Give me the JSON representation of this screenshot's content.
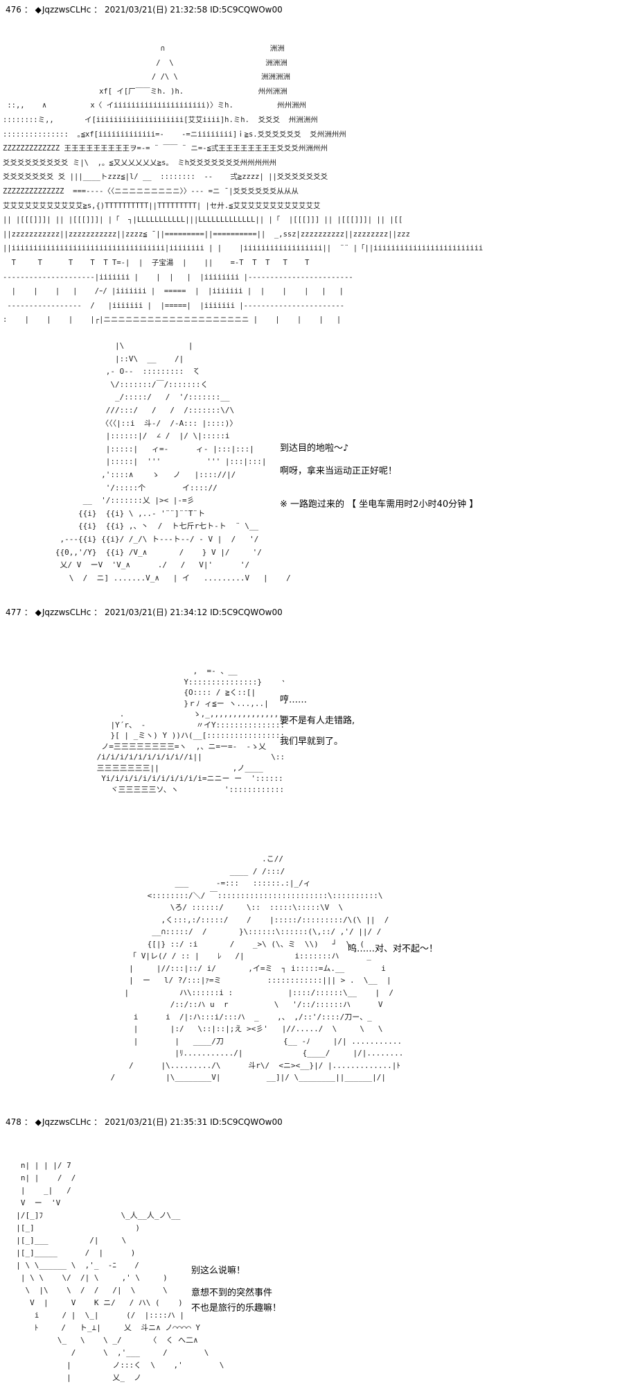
{
  "posts": [
    {
      "number": "476",
      "colon": "：",
      "diamond": "◆",
      "trip": "JqzzwsCLHc",
      "sep": "：",
      "datetime": "2021/03/21(日) 21:32:58",
      "id": "ID:5C9CQWOw00",
      "art_building": "                                    ∩                        洲洲\n                                   /  \\                     洲洲洲\n                                  / /\\ \\                   洲洲洲洲\n                      xf[ イ[厂￣￣ミh. )h.                 州州洲洲\n ::,,    ∧          x〈 イiiiiiiiiiiiiiiiiiiiii)〉ミh.          州州洲州\n::::::::ミ,,       イ[iiiiiiiiiiiiiiiiiiii[艾艾iiii]h.ミh.  爻爻爻  州洲洲州\n:::::::::::::::  ｡≦xf[iiiiiiiiiiiii=-    -=ニiiiiiiii]ｉ≧s.爻爻爻爻爻爻  爻州洲州州\nZZZZZZZZZZZZZ 王王王王王王王王王ヲ=-= ¨ ￣￣ ¨ ニ=-≦弍王王王王王王王王爻爻爻州洲州州\n爻爻爻爻爻爻爻爻爻 ミ|\\  ,。≦又乂乂乂乂乂≧s。 ミh爻爻爻爻爻爻爻州州州州州\n爻爻爻爻爻爻爻 爻 |||____トzzz≦|l/ __  ::::::::  --    弍≧zzzz| ||爻爻爻爻爻爻爻\nZZZZZZZZZZZZZZ  ===----〈〈ニニニニニニニニニ〉〉--- =ニ ̄ |爻爻爻爻爻爻从从从\n艾艾艾艾艾艾艾艾艾艾艾≧s,{)TTTTTTTTTT||TTTTTTTTT| |セ廾.≦艾艾艾艾艾艾艾艾艾艾艾艾\n|| |[[[]]]| || |[[[]]]| |「  ┐|LLLLLLLLLLL|||LLLLLLLLLLLLL|| |「  |[[[]]] || |[[[]]]| || |[[\n||zzzzzzzzzzz||zzzzzzzzzzz||zzzz≦ ̄ ||=========||==========||  _,ssz|zzzzzzzzzz||zzzzzzzz||zzz\n||iiiiiiiiiiiiiiiiiiiiiiiiiiiiiiiiiii|iiiiiiii | |    |iiiiiiiiiiiiiiiiii||  ¨¨ |「||iiiiiiiiiiiiiiiiiiiiiiiii\n  T     T      T    T  T T=-|  |  子宝湯  |    ||    =-T  T  T   T    T\n---------------------|iiiiiii |    |  |   |  |iiiiiiii |------------------------\n  |    |    |   |    /ｰ/ |iiiiiii |  =====  |  |iiiiiii |  |    |    |   |   |\n -----------------  /   |iiiiiii |  |=====|  |iiiiiii |-----------------------\n:    |    |    |    |┌|ニニニニニニニニニニニニニニニニニニニニ |    |    |    |   |",
      "art_character": "                |\\              |\n                |::V\\  __    /|\n              ,‐ O‐‐  :::::::::  ̄く\n               \\/:::::::/￣/:::::::く\n                _/:::::/   /  '/:::::::__\n              ///:::/   /   /  /:::::::\\/\\\n             〈〈〈|::i  斗-/  /-A::: |::::)〉\n              |::::::|/  ∠ /  |/ \\|:::::i\n              |:::::|   ィ=-      ィ- |:::|:::|\n              |:::::|  '''          ''' |:::|:::|\n             ,'::::∧    ゝ   ノ   |:::://|/\n              '/:::::个        イ:::://\n         __  '/:::::::乂 |>< |-=彡\n        {{i}  {{i} \\ ,..- '¨¨]¨¨T¨ト\n        {{i}  {{i} ,、丶  /  ト七斤r七ト-ト  ¨ \\__\n    ,---{{i} {{i}/ /_/\\ ト‐‐-ト-‐/ ‐ V |  /   '/\n   {{0,,'/Y}  {{i} /V_∧       /    } V |/     '/\n    乂/ V  ーV  'V_∧      ./   /   V|'      '/\n      \\  /  ニ] .......V_∧   | イ   .........V   |    /",
      "dialogue": [
        "到达目的地啦～♪",
        "啊呀，拿来当运动正正好呢！",
        "",
        "※  一路跑过来的 【  坐电车需用时2小时40分钟  】"
      ]
    },
    {
      "number": "477",
      "colon": "：",
      "diamond": "◆",
      "trip": "JqzzwsCLHc",
      "sep": "：",
      "datetime": "2021/03/21(日) 21:34:12",
      "id": "ID:5C9CQWOw00",
      "art_character_a": "                              ,  =- 、__\n                            Y:::::::::::::::}    ヽ-|\n                            {O:::: / ≧く::[|\n                            }ｒﾉ ィ≦ー ヽ...,..|\n              .               ゝ,_,,,,,,,,,,,,,,,,,,,,,,,,|\n            |Y´r、 -           〃イY:::::::::::::::::::|\n            }[ | _ミヽ) Y ))ハ(__[:::::::::::::::::::::::|\n          ノ=三三三三三三三三=ヽ  ,、ニ=ー=-  -ゝ乂\n         /i/i/i/i/i/i/i/i/i//i||               \\:::::::::\n         三三三三三三三||                ,ノ____\n          Yi/i/i/i/i/i/i/i/i/i/i=ニニー ー  '::::::::::::::::::\n            ヾ三三三三三ソ、ヽ          ':::::::::::::::::::::::::::",
      "dialogue_a": [
        "哼……",
        "要不是有人走错路,",
        "我们早就到了。"
      ],
      "art_character_b": "                                          .こ//\n                                   ____ / /:::/\n                       ___      -=:::   ::::::.:|_/ィ\n                 <::::::::/＼/ ￣::::::::::::::::::::::::\\::::::::::\\\n                      \\ろ/ ::::::/     \\::  :::::\\:::::\\V  \\\n                    ,く:::,:/:::::/    /    |:::::/:::::::::/\\(\\ ||  /\n                  __∩:::::/  /       }\\::::::\\::::::(\\,::/ ,'/ ||/ /\n                 {[|} ::/ :i       /    _>\\ (\\、ミ  \\\\)   ┘  \\  (\n             「 V|レ(/ / :: |    ﾚ   /|           i:::::::ハ      _\n             |     |//:::|::/ i/       ,イ=ミ  ┐ i:::::=ム.__        i\n             |  ー   l/ ?/:::|ｧ=ミ          ::::::::::::||| > .  \\__  |    /\n            |           ハ\\::::::i :            |::::/::::::\\__    |  /\n                      /::/::ハ u  r          \\   '/::/::::::ハ      V\n              i      i  /|:ハ:::i/:::ハ  _    ,、 ,/::'/::::/刀ー、_\n              |       |:/   \\::|::|;え ><彡'   |//...../  \\     \\   \\\n              |        |   ____/刀             {__ -ﾉ     |/| ............/  \\        :   /\n                       |ﾘ.........../|             {____/     |/|.........../  ∧     V   /\n             /      |\\........./\\      斗r\\/  <ニ><__}|/ |.............|ﾄヽ       i\n         /           |\\________V|          __]|/ \\________||______|/|    ト.       i",
      "dialogue_b": [
        "呜……对、对不起～！"
      ]
    },
    {
      "number": "478",
      "colon": "：",
      "diamond": "◆",
      "trip": "JqzzwsCLHc",
      "sep": "：",
      "datetime": "2021/03/21(日) 21:35:31",
      "id": "ID:5C9CQWOw00",
      "art_character": "   n| | | |/ 7\n   n| |    /  /\n   |    _|   /\n   V  ー  'V\n  |/[_]ﾌ                 \\_人__人_ノ\\__\n  |[_]                      )\n  |[_]___         /|     \\\n  |[_]_____      /  |      )\n  | \\ \\______ \\  ,'_  -ﾆ    /\n   | \\ \\    \\/  /| \\     ,' \\     )\n    \\  |\\    \\  /  /   /|  \\      \\\n     V  |     V    K ニ/   / ハ\\ (    )\n      i     / |  \\_|      (/  |::::ハ |\n      ﾄ     /   ト_⊥|     乂  斗ニ∧ ノ⌒⌒⌒⌒ Y\n           \\_   \\    \\ _/      〈  く へ二∧\n              /      \\  ,'___     /        \\\n             |         ノ:::く  \\    ,'        \\\n             |         乂_  ノ",
      "dialogue": [
        "别这么说嘛！",
        "意想不到的突然事件",
        "不也是旅行的乐趣嘛！"
      ]
    }
  ]
}
